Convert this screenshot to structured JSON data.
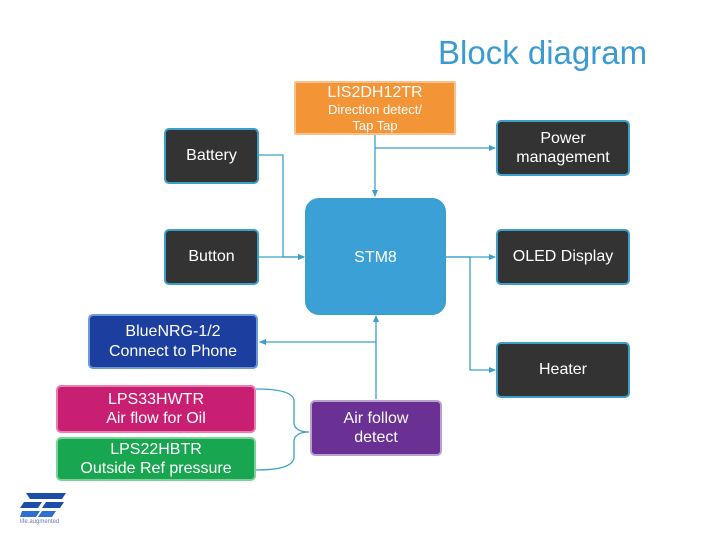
{
  "title": "Block diagram",
  "blocks": {
    "lis2dh12tr": {
      "line1": "LIS2DH12TR",
      "line2": "Direction detect/",
      "line3": "Tap Tap"
    },
    "battery": {
      "label": "Battery"
    },
    "button": {
      "label": "Button"
    },
    "stm8": {
      "label": "STM8"
    },
    "power": {
      "line1": "Power",
      "line2": "management"
    },
    "oled": {
      "label": "OLED Display"
    },
    "heater": {
      "label": "Heater"
    },
    "bluenrg": {
      "line1": "BlueNRG-1/2",
      "line2": "Connect to Phone"
    },
    "lps33": {
      "line1": "LPS33HWTR",
      "line2": "Air flow for Oil"
    },
    "lps22": {
      "line1": "LPS22HBTR",
      "line2": "Outside Ref pressure"
    },
    "airfollow": {
      "line1": "Air follow",
      "line2": "detect"
    }
  },
  "logo": {
    "icon": "st-logo-icon",
    "tagline": "life.augmented"
  },
  "colors": {
    "title": "#3a9ad2",
    "wire": "#3aa0c9",
    "mcu": "#3aa0d6",
    "dark_block": "#333333",
    "bluenrg": "#1c3f9f",
    "lps33": "#c91f72",
    "lps22": "#19a650",
    "airfollow": "#6a3094",
    "accelerometer": "#f39436"
  }
}
